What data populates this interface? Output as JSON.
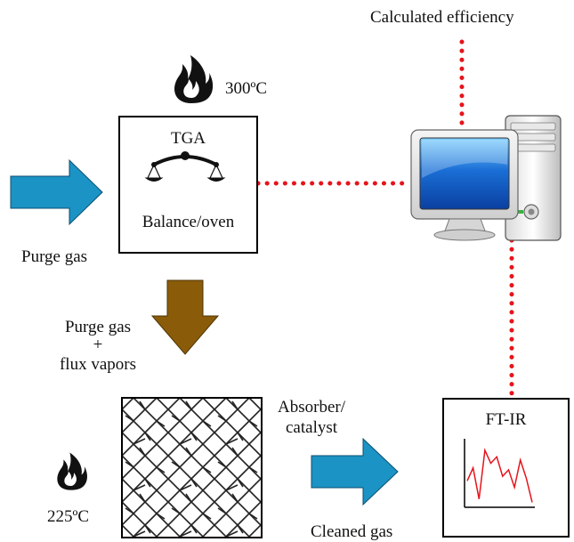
{
  "labels": {
    "calc_efficiency": "Calculated efficiency",
    "temp_oven": "300ºC",
    "tga_title": "TGA",
    "tga_sub": "Balance/oven",
    "purge_gas": "Purge gas",
    "mix_line1": "Purge gas",
    "mix_line2": "+",
    "mix_line3": "flux vapors",
    "absorber_line1": "Absorber/",
    "absorber_line2": "catalyst",
    "temp_absorber": "225ºC",
    "ftir_title": "FT-IR",
    "cleaned_gas": "Cleaned gas"
  },
  "colors": {
    "arrow_blue": "#1b93c4",
    "arrow_brown": "#8a5c0a",
    "dotted_red": "#e5141b",
    "spectrum_red": "#e5141b",
    "flame": "#111111"
  },
  "icons": {
    "flame_top": "flame-icon",
    "flame_bottom": "flame-icon",
    "balance": "balance-scale-icon",
    "computer": "computer-icon"
  },
  "spectrum": [
    0.62,
    0.42,
    0.9,
    0.15,
    0.35,
    0.25,
    0.55,
    0.45,
    0.72,
    0.3,
    0.58,
    0.95
  ]
}
